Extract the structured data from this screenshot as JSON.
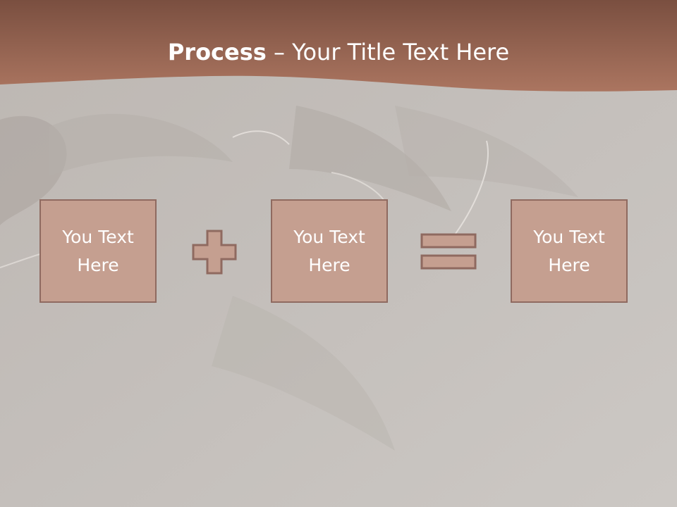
{
  "slide": {
    "title_bold": "Process",
    "title_rest": " – Your Title Text Here"
  },
  "process": {
    "boxes": [
      {
        "label": "You Text Here"
      },
      {
        "label": "You Text Here"
      },
      {
        "label": "You Text Here"
      }
    ],
    "operators": [
      "plus-icon",
      "equals-icon"
    ]
  },
  "colors": {
    "background": "#c9c5c1",
    "title_band": "#9f6a57",
    "box_fill": "#c59f90",
    "box_border": "#8f6a60",
    "text": "#ffffff"
  }
}
